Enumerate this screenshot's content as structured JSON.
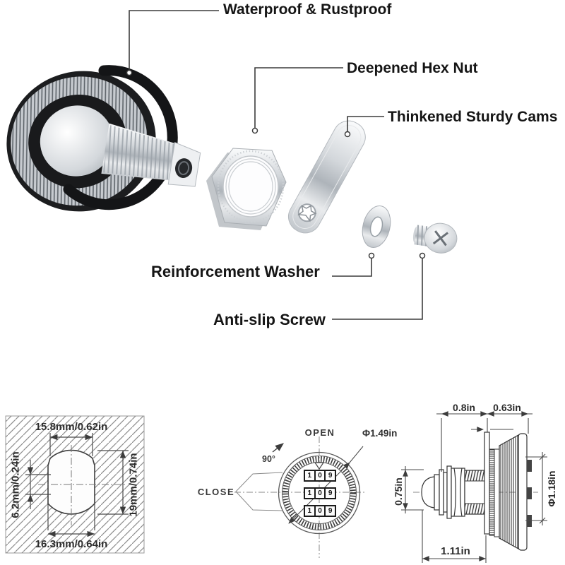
{
  "callouts": {
    "waterproof": "Waterproof & Rustproof",
    "hex_nut": "Deepened Hex Nut",
    "cams": "Thinkened Sturdy Cams",
    "washer": "Reinforcement Washer",
    "screw": "Anti-slip Screw"
  },
  "cutout_drawing": {
    "width_top": "15.8mm/0.62in",
    "offset_left": "6.2mm/0.24in",
    "height_right": "19mm/0.74in",
    "width_bottom": "16.3mm/0.64in"
  },
  "front_view": {
    "open_label": "OPEN",
    "close_label": "CLOSE",
    "rotation": "90°",
    "diameter": "Φ1.49in",
    "dials": [
      [
        "1",
        "0",
        "9"
      ],
      [
        "1",
        "0",
        "9"
      ],
      [
        "1",
        "0",
        "9"
      ]
    ]
  },
  "side_view": {
    "dim_top_left": "0.8in",
    "dim_top_right": "0.63in",
    "dim_left": "0.75in",
    "dim_right": "Φ1.18in",
    "dim_bottom": "1.11in"
  },
  "colors": {
    "text": "#151515",
    "drawing_line": "#3c3c3c",
    "hatch": "#8d8d8d",
    "metal_light": "#eef0f2",
    "metal_dark": "#9aa1a7",
    "rubber_ring": "#1c1d1f"
  }
}
